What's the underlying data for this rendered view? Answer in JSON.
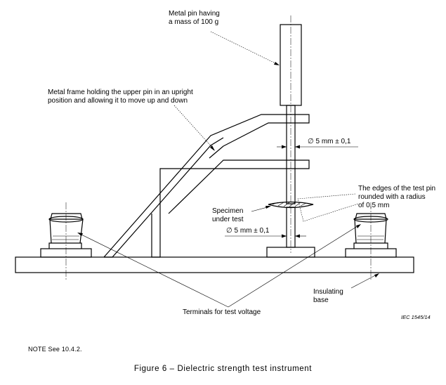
{
  "labels": {
    "metal_pin_line1": "Metal pin having",
    "metal_pin_line2": "a mass of 100 g",
    "frame_line1": "Metal frame holding the upper pin in an upright",
    "frame_line2": "position and allowing it to move up and down",
    "dim_upper": "∅ 5 mm ± 0,1",
    "dim_lower": "∅ 5 mm ± 0,1",
    "edges_line1": "The edges of the test pin",
    "edges_line2": "rounded with a radius",
    "edges_line3": "of 0,5 mm",
    "specimen_line1": "Specimen",
    "specimen_line2": "under test",
    "terminals": "Terminals for test voltage",
    "base_line1": "Insulating",
    "base_line2": "base",
    "iec_ref": "IEC   1545/14"
  },
  "note": "NOTE   See 10.4.2.",
  "caption": "Figure 6 – Dielectric strength test instrument"
}
